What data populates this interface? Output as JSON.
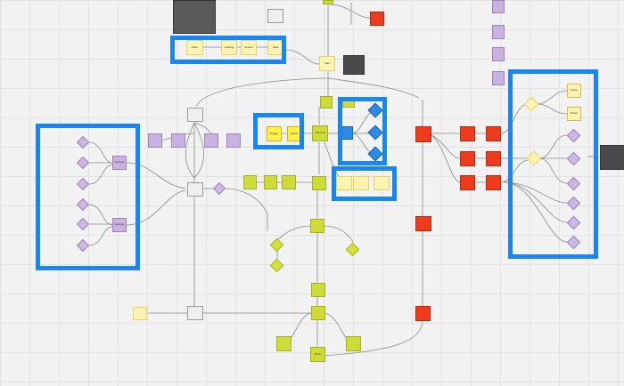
{
  "canvas": {
    "label": ""
  },
  "node_labels": {
    "top_chain_1": "Video",
    "top_chain_2": "Loading",
    "top_chain_3": "Screen",
    "top_chain_4": "Data",
    "hub": "Start",
    "left_group_a": "Settings",
    "left_group_b": "Settings",
    "center_yellow_1": "Trigger",
    "center_yellow_2": "Action",
    "center_lime": "API Call",
    "bottom_lime": "Done",
    "right_group_1": "Panel",
    "right_group_2": "Panel"
  },
  "colors": {
    "selection": "#1a86f2",
    "lime": "#cddc39",
    "red": "#ef3b1d",
    "lavender": "#c8b3e0",
    "blue": "#2e8be5",
    "yellow": "#fff04a"
  }
}
